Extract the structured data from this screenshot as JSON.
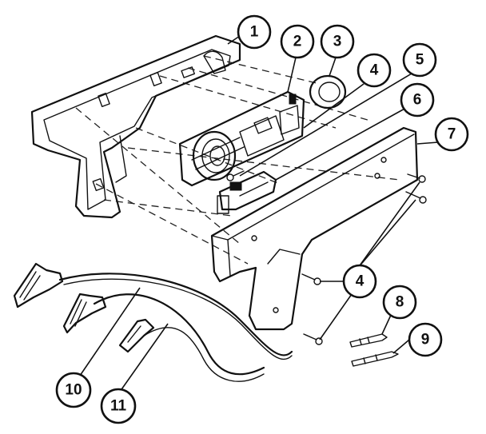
{
  "callouts": [
    {
      "id": "1",
      "label": "1"
    },
    {
      "id": "2",
      "label": "2"
    },
    {
      "id": "3",
      "label": "3"
    },
    {
      "id": "4a",
      "label": "4"
    },
    {
      "id": "5",
      "label": "5"
    },
    {
      "id": "6",
      "label": "6"
    },
    {
      "id": "7",
      "label": "7"
    },
    {
      "id": "4b",
      "label": "4"
    },
    {
      "id": "8",
      "label": "8"
    },
    {
      "id": "9",
      "label": "9"
    },
    {
      "id": "10",
      "label": "10"
    },
    {
      "id": "11",
      "label": "11"
    }
  ],
  "colors": {
    "ink": "#111111",
    "background": "#ffffff"
  }
}
